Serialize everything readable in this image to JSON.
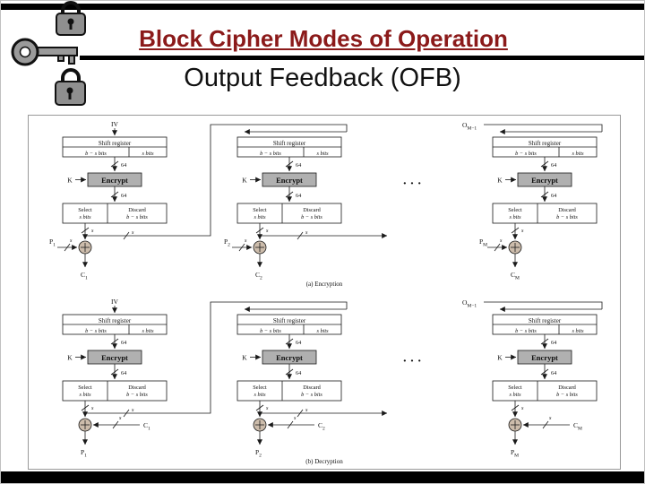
{
  "slide": {
    "title": "Block Cipher Modes of Operation",
    "subtitle": "Output Feedback (OFB)"
  },
  "labels": {
    "shift_register": "Shift register",
    "left_bits": "b − s bits",
    "right_bits": "s bits",
    "bus64": "64",
    "k": "K",
    "encrypt": "Encrypt",
    "select_line1": "Select",
    "select_line2": "s bits",
    "discard_line1": "Discard",
    "discard_line2": "b − s bits",
    "s": "s",
    "ellipsis": "· · ·"
  },
  "encryption": {
    "caption": "(a) Encryption",
    "units": [
      {
        "top": "IV",
        "in_base": "P",
        "in_sub": "1",
        "out_base": "C",
        "out_sub": "1"
      },
      {
        "in_base": "P",
        "in_sub": "2",
        "out_base": "C",
        "out_sub": "2"
      },
      {
        "top_base": "O",
        "top_sub": "M−1",
        "in_base": "P",
        "in_sub": "M",
        "out_base": "C",
        "out_sub": "M"
      }
    ]
  },
  "decryption": {
    "caption": "(b) Decryption",
    "units": [
      {
        "top": "IV",
        "in_base": "C",
        "in_sub": "1",
        "out_base": "P",
        "out_sub": "1"
      },
      {
        "in_base": "C",
        "in_sub": "2",
        "out_base": "P",
        "out_sub": "2"
      },
      {
        "top_base": "O",
        "top_sub": "M−1",
        "in_base": "C",
        "in_sub": "M",
        "out_base": "P",
        "out_sub": "M"
      }
    ]
  }
}
